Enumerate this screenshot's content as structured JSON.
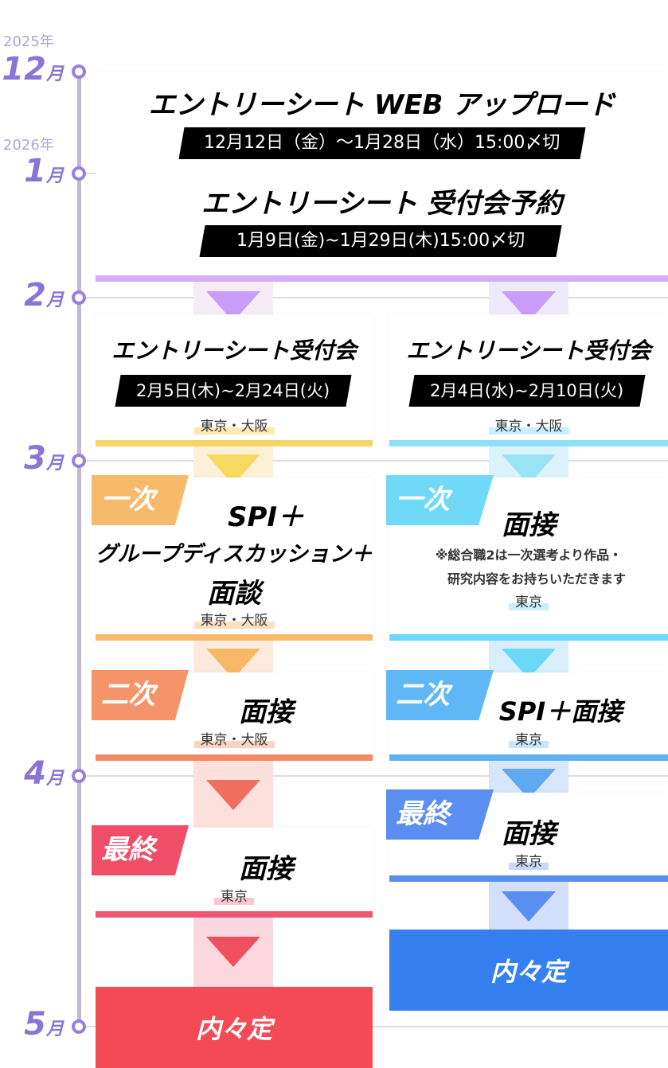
{
  "timeline": {
    "years": [
      "2025年",
      "2026年"
    ],
    "months": [
      "12",
      "1",
      "2",
      "3",
      "4",
      "5"
    ],
    "month_suffix": "月"
  },
  "top": {
    "upload_title": "エントリーシート WEB アップロード",
    "upload_date": "12月12日（金）～1月28日（水）15:00〆切",
    "reserve_title": "エントリーシート 受付会予約",
    "reserve_date": "1月9日(金)~1月29日(木)15:00〆切"
  },
  "left": {
    "session_title": "エントリーシート受付会",
    "session_date": "2月5日(木)~2月24日(火)",
    "session_place": "東京・大阪",
    "first_badge": "一次",
    "first_line1": "SPI＋",
    "first_line2": "グループディスカッション＋",
    "first_line3": "面談",
    "first_place": "東京・大阪",
    "second_badge": "二次",
    "second_title": "面接",
    "second_place": "東京・大阪",
    "final_badge": "最終",
    "final_title": "面接",
    "final_place": "東京",
    "result": "内々定"
  },
  "right": {
    "session_title": "エントリーシート受付会",
    "session_date": "2月4日(水)~2月10日(火)",
    "session_place": "東京・大阪",
    "first_badge": "一次",
    "first_title": "面接",
    "first_note1": "※総合職2は一次選考より作品・",
    "first_note2": "研究内容をお持ちいただきます",
    "first_place": "東京",
    "second_badge": "二次",
    "second_title": "SPI＋面接",
    "second_place": "東京",
    "final_badge": "最終",
    "final_title": "面接",
    "final_place": "東京",
    "result": "内々定"
  },
  "colors": {
    "purple": "#c99cf7",
    "yellow": "#f5d565",
    "cyan": "#6fd9f7",
    "orange": "#f7b96a",
    "salmon": "#f5946a",
    "red": "#f04e68",
    "sky": "#5fb8f5",
    "blue": "#5a8ef0",
    "result_red": "#f44a55",
    "result_blue": "#3580ee"
  }
}
